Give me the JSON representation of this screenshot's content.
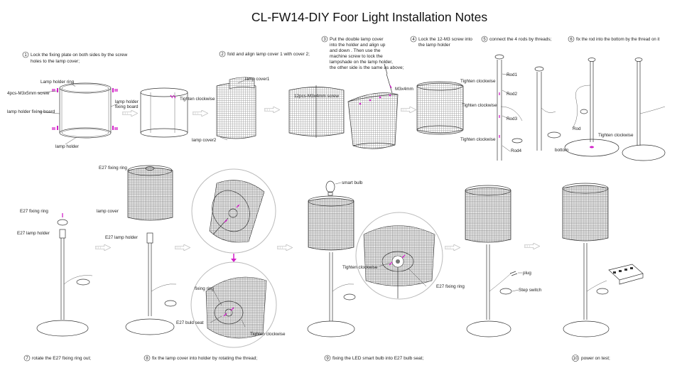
{
  "title": "CL-FW14-DIY Foor Light Installation Notes",
  "steps": [
    {
      "num": "1",
      "lines": [
        "Lock the fixing plate on both sides by the screw",
        "holes to the lamp cover;"
      ]
    },
    {
      "num": "2",
      "lines": [
        "fold and align lamp cover 1 with cover 2;"
      ]
    },
    {
      "num": "3",
      "lines": [
        "Put the double lamp cover",
        "into the holder and align up",
        "and down .  Then use the",
        "machine screw to lock the",
        "lampshade on the lamp holder,",
        "the other side is the same as above;"
      ]
    },
    {
      "num": "4",
      "lines": [
        "Lock the 12-M3 screw into",
        "the lamp holder"
      ]
    },
    {
      "num": "5",
      "lines": [
        "connect the 4 rods by threads;"
      ]
    },
    {
      "num": "6",
      "lines": [
        "fix the rod into the bottom by the thread on it"
      ]
    },
    {
      "num": "7",
      "lines": [
        "rotate the E27 fixing ring out;"
      ]
    },
    {
      "num": "8",
      "lines": [
        "fix the lamp cover into holder by rotating the thread;"
      ]
    },
    {
      "num": "9",
      "lines": [
        "fixing the LED smart bulb into E27 bulb seat;"
      ]
    },
    {
      "num": "10",
      "lines": [
        "power on test;"
      ]
    }
  ],
  "labels": {
    "lamp_holder_ring": "Lamp holder ring",
    "screws_m3x5": "4pcs-M3x5mm screw",
    "holder_fixing_board_left": "lamp holder fixing board",
    "holder_fixing_board_right_1": "lamp holder",
    "holder_fixing_board_right_2": "fixing board",
    "lamp_holder": "lamp holder",
    "tighten_clockwise": "Tighten clockwise",
    "lamp_cover1": "lamp cover1",
    "lamp_cover2": "lamp cover2",
    "screws_m3x4": "12pcs-M3x4mm screw",
    "m3x4mm": "M3x4mm",
    "rod1": "Rod1",
    "rod2": "Rod2",
    "rod3": "Rod3",
    "rod4": "Rod4",
    "rod": "Rod",
    "bottom": "bottom",
    "e27_fixing_ring": "E27 fixing ring",
    "e27_lamp_holder": "E27 lamp holder",
    "lamp_cover": "lamp cover",
    "fixing_ring": "fixing ring",
    "e27_buld_seat": "E27 buld seat",
    "smart_bulb": "smart bulb",
    "plug": "plug",
    "step_switch": "Step switch"
  },
  "colors": {
    "accent_magenta": "#d21fc8",
    "line": "#333333",
    "arrow": "#bbbbbb"
  }
}
